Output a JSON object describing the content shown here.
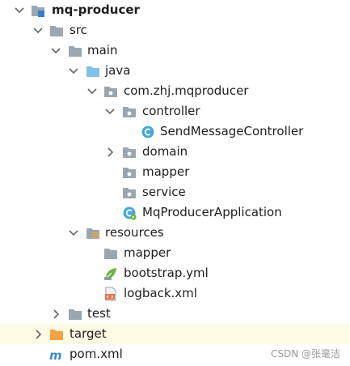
{
  "tree": {
    "project": "mq-producer",
    "src": "src",
    "main": "main",
    "java": "java",
    "package": "com.zhj.mqproducer",
    "controller": "controller",
    "send_message_controller": "SendMessageController",
    "domain": "domain",
    "mapper": "mapper",
    "service": "service",
    "application": "MqProducerApplication",
    "resources": "resources",
    "res_mapper": "mapper",
    "bootstrap": "bootstrap.yml",
    "logback": "logback.xml",
    "test": "test",
    "target": "target",
    "pom": "pom.xml"
  },
  "watermark": "CSDN @张毫洁",
  "colors": {
    "folder_gray": "#9aa7b0",
    "folder_blue": "#7fc2e8",
    "folder_orange": "#f4a445",
    "class_icon": "#49a8da",
    "spring_green": "#6cb33f",
    "maven_blue": "#3f8bd1",
    "selection_bg": "#fdfbe3"
  }
}
